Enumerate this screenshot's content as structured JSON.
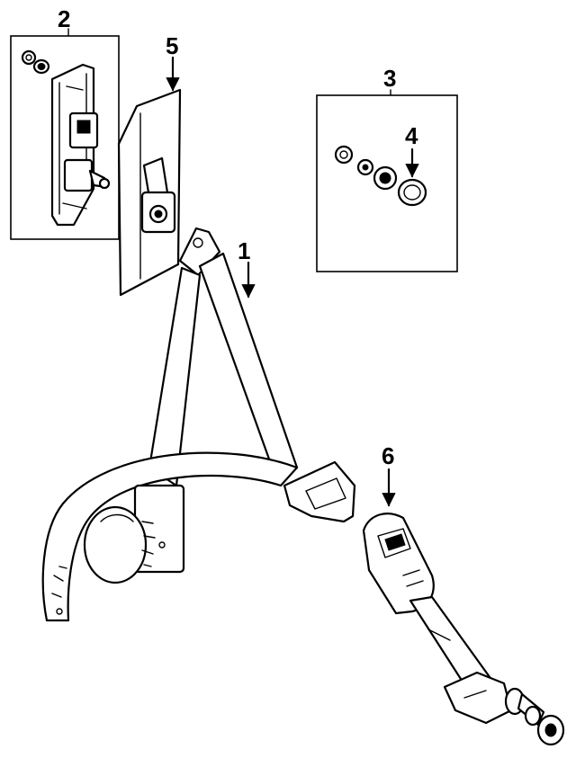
{
  "callouts": {
    "c1": "1",
    "c2": "2",
    "c3": "3",
    "c4": "4",
    "c5": "5",
    "c6": "6"
  },
  "parts": [
    {
      "id": "1",
      "icon": "seat-belt-retractor-assembly-icon"
    },
    {
      "id": "2",
      "icon": "height-adjuster-icon"
    },
    {
      "id": "3",
      "icon": "anchor-hardware-kit-icon"
    },
    {
      "id": "4",
      "icon": "anchor-bolt-cover-icon"
    },
    {
      "id": "5",
      "icon": "pillar-trim-cover-icon"
    },
    {
      "id": "6",
      "icon": "buckle-assembly-icon"
    }
  ]
}
